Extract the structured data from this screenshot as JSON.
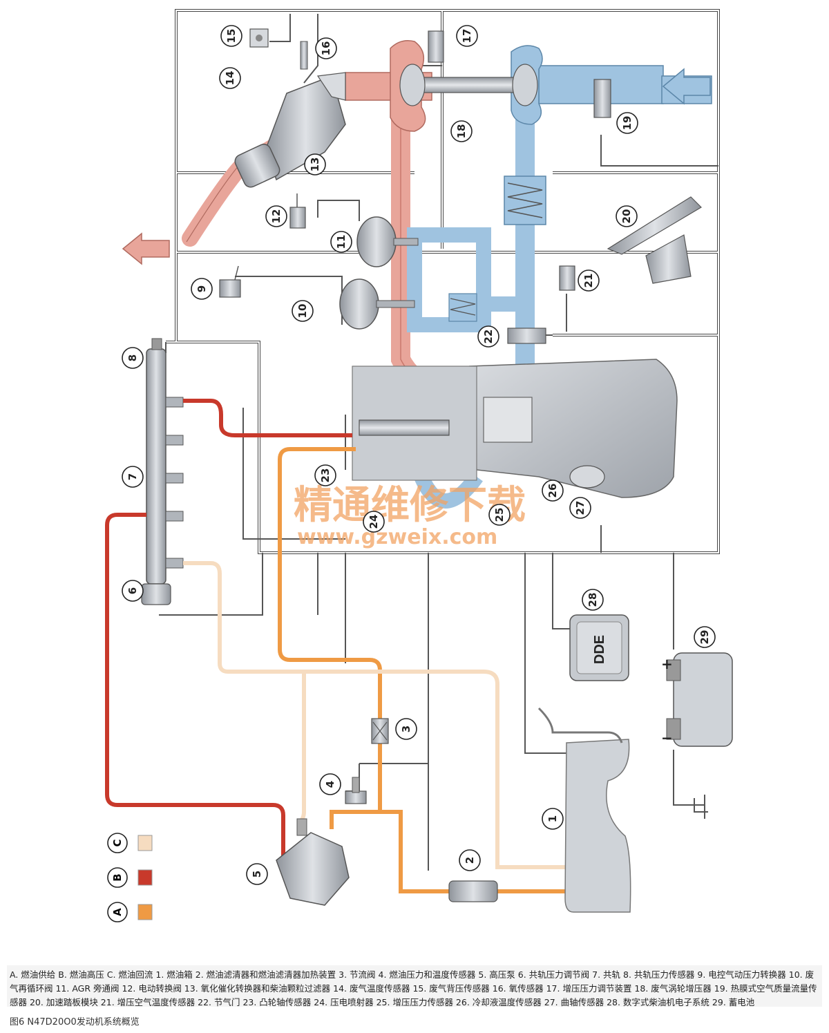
{
  "callouts": [
    {
      "id": "1",
      "label": "1"
    },
    {
      "id": "2",
      "label": "2"
    },
    {
      "id": "3",
      "label": "3"
    },
    {
      "id": "4",
      "label": "4"
    },
    {
      "id": "5",
      "label": "5"
    },
    {
      "id": "6",
      "label": "6"
    },
    {
      "id": "7",
      "label": "7"
    },
    {
      "id": "8",
      "label": "8"
    },
    {
      "id": "9",
      "label": "9"
    },
    {
      "id": "10",
      "label": "10"
    },
    {
      "id": "11",
      "label": "11"
    },
    {
      "id": "12",
      "label": "12"
    },
    {
      "id": "13",
      "label": "13"
    },
    {
      "id": "14",
      "label": "14"
    },
    {
      "id": "15",
      "label": "15"
    },
    {
      "id": "16",
      "label": "16"
    },
    {
      "id": "17",
      "label": "17"
    },
    {
      "id": "18",
      "label": "18"
    },
    {
      "id": "19",
      "label": "19"
    },
    {
      "id": "20",
      "label": "20"
    },
    {
      "id": "21",
      "label": "21"
    },
    {
      "id": "22",
      "label": "22"
    },
    {
      "id": "23",
      "label": "23"
    },
    {
      "id": "24",
      "label": "24"
    },
    {
      "id": "25",
      "label": "25"
    },
    {
      "id": "26",
      "label": "26"
    },
    {
      "id": "27",
      "label": "27"
    },
    {
      "id": "28",
      "label": "28"
    },
    {
      "id": "29",
      "label": "29"
    }
  ],
  "legend": [
    {
      "letter": "C",
      "color": "#f6dcc0"
    },
    {
      "letter": "B",
      "color": "#c8392b"
    },
    {
      "letter": "A",
      "color": "#ef9a44"
    }
  ],
  "dde_label": "DDE",
  "battery_plus": "+",
  "battery_minus": "−",
  "watermark": {
    "chinese": "精通维修下载",
    "url": "www.gzweix.com"
  },
  "caption": "A. 燃油供给 B. 燃油高压 C. 燃油回流 1. 燃油箱 2. 燃油滤清器和燃油滤清器加热装置 3. 节流阀 4. 燃油压力和温度传感器 5. 高压泵 6. 共轨压力调节阀 7. 共轨 8. 共轨压力传感器 9. 电控气动压力转换器 10. 废气再循环阀 11. AGR 旁通阀 12. 电动转换阀 13. 氧化催化转换器和柴油颗粒过滤器 14. 废气温度传感器 15. 废气背压传感器 16. 氧传感器 17. 增压压力调节装置 18. 废气涡轮增压器 19. 热膜式空气质量流量传感器 20. 加速踏板模块 21. 增压空气温度传感器 22. 节气门 23. 凸轮轴传感器 24. 压电喷射器 25. 增压压力传感器 26. 冷却液温度传感器 27. 曲轴传感器 28. 数字式柴油机电子系统 29. 蓄电池",
  "figure_title": "图6   N47D20O0发动机系统概览",
  "colors": {
    "exhaust": "#e8a59a",
    "intake": "#9fc3e0",
    "fuel_supply": "#ef9a44",
    "fuel_high": "#c8392b",
    "fuel_return": "#f6dcc0",
    "engine": "#bcc0c6"
  }
}
